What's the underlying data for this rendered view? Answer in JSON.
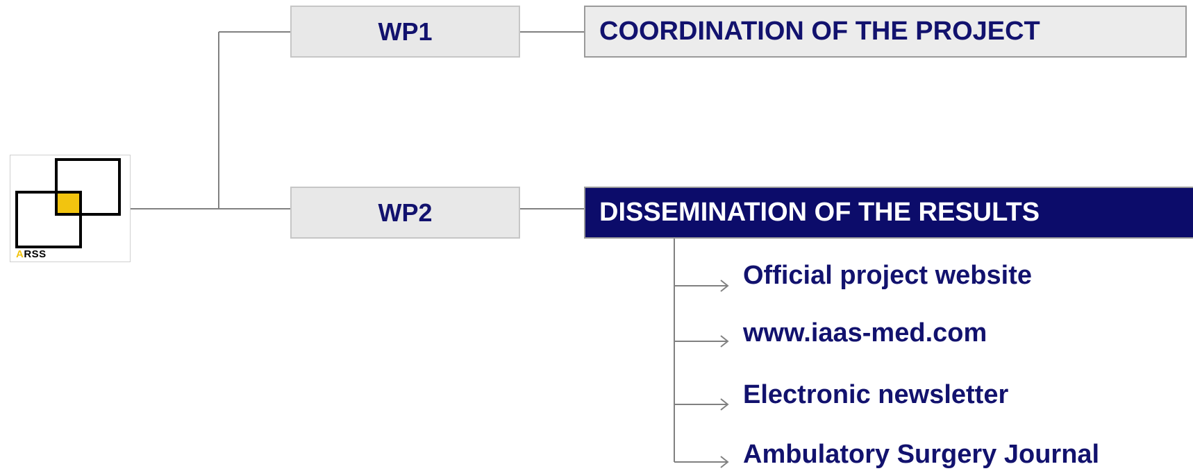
{
  "logo": {
    "text_accent": "A",
    "text_rest": "RSS",
    "colors": {
      "frame": "#000000",
      "overlap_fill": "#f2c40f"
    }
  },
  "work_packages": [
    {
      "label": "WP1",
      "title": "COORDINATION OF THE PROJECT"
    },
    {
      "label": "WP2",
      "title": "DISSEMINATION OF THE RESULTS"
    }
  ],
  "dissemination_items": [
    {
      "label": "Official project website"
    },
    {
      "label": "www.iaas-med.com"
    },
    {
      "label": "Electronic newsletter"
    },
    {
      "label": "Ambulatory Surgery Journal"
    }
  ],
  "colors": {
    "text_navy": "#12126e",
    "highlight_fill": "#0c0c6a",
    "highlight_text": "#ffffff",
    "wp_fill": "#e8e8e8",
    "connector": "#808080"
  }
}
